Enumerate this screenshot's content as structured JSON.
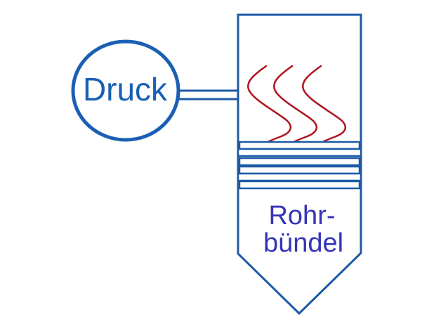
{
  "diagram": {
    "pressure_gauge": {
      "label": "Druck",
      "color": "#1a5fb4"
    },
    "vessel": {
      "label_line1": "Rohr-",
      "label_line2": "bündel",
      "outline_color": "#1d5aa6",
      "text_color": "#3434b8"
    },
    "heat_waves": {
      "count": 3,
      "color": "#b0141e"
    },
    "tube_bundle": {
      "tube_count": 6
    }
  }
}
